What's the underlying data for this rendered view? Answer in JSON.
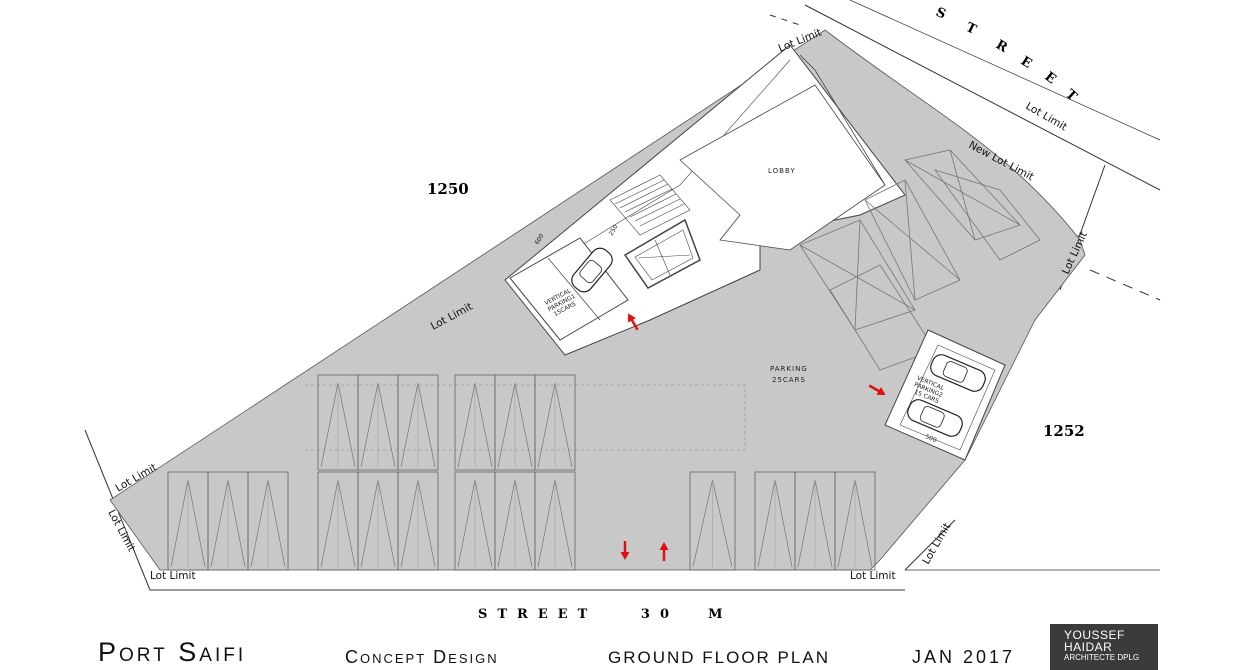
{
  "streets": {
    "top": "STREET",
    "bottom": "STREET   30  M"
  },
  "lots": {
    "left": "1250",
    "right": "1252"
  },
  "lot_limit_label": "Lot Limit",
  "new_lot_limit_label": "New Lot Limit",
  "rooms": {
    "lobby": "LOBBY",
    "parking_line1": "PARKING",
    "parking_line2": "25CARS",
    "vertical_parking_1_line1": "VERTICAL",
    "vertical_parking_1_line2": "PARKING1",
    "vertical_parking_1_line3": "15CARS",
    "vertical_parking_2_line1": "VERTICAL",
    "vertical_parking_2_line2": "PARKING2",
    "vertical_parking_2_line3": "15 CARS"
  },
  "dimensions": {
    "d1": "600",
    "d2": "250",
    "d3": "500"
  },
  "title_block": {
    "project": "Port Saifi",
    "phase": "Concept Design",
    "drawing": "GROUND FLOOR PLAN",
    "date": "JAN 2017"
  },
  "architect": {
    "line1": "YOUSSEF",
    "line2": "HAIDAR",
    "line3": "ARCHITECTE DPLG"
  },
  "colors": {
    "floor_fill": "#c8c8c8",
    "arrow": "#e01010",
    "logo_bg": "#3b3b3b"
  }
}
